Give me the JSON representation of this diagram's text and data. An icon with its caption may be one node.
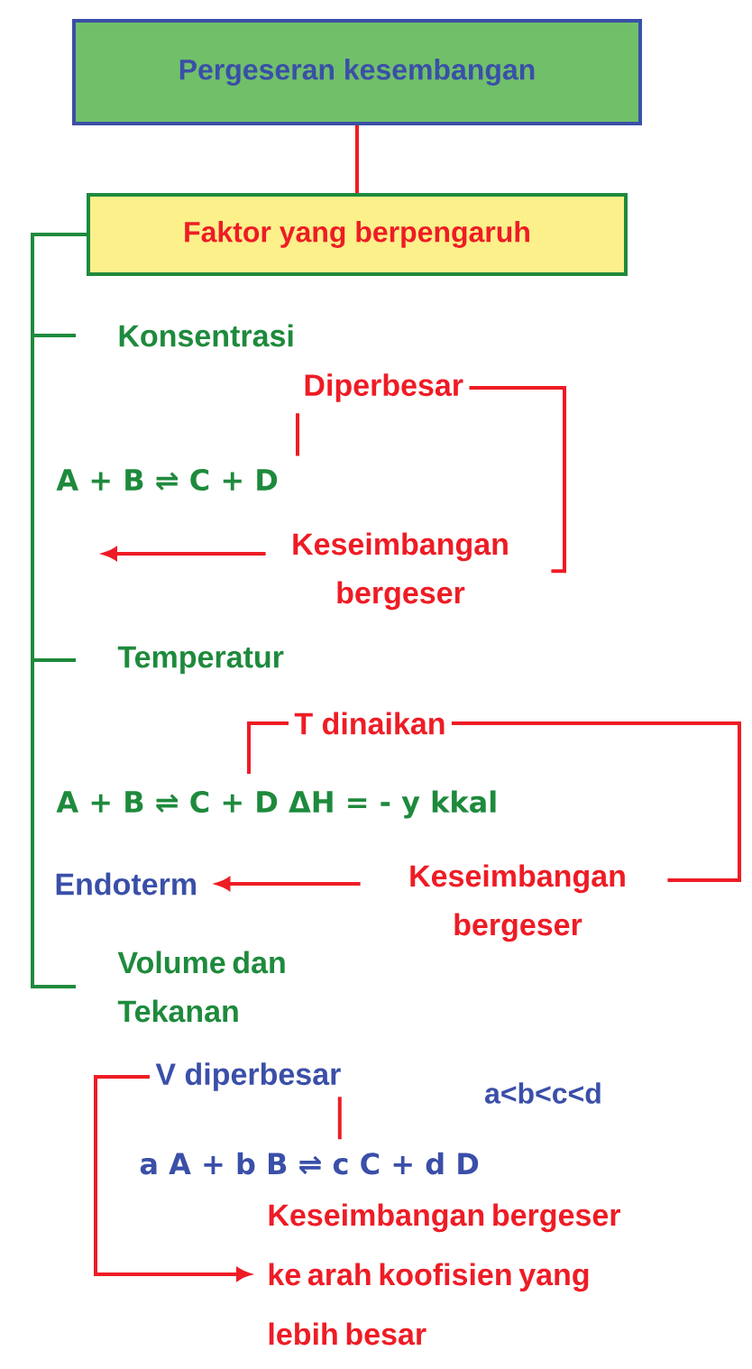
{
  "diagram": {
    "nodes": [
      {
        "text": [
          "Pergeseran kesembangan"
        ]
      },
      {
        "text": [
          "Faktor yang berpengaruh"
        ]
      },
      {
        "text": [
          "Konsentrasi"
        ]
      },
      {
        "text": [
          "Diperbesar"
        ]
      },
      {
        "text": [
          "A + B ⇌ C + D"
        ]
      },
      {
        "text": [
          "Keseimbangan bergeser"
        ]
      },
      {
        "text": [
          "Temperatur"
        ]
      },
      {
        "text": [
          "T dinaikan"
        ]
      },
      {
        "text": [
          "A + B ⇌ C + D ΔH = - y kkal"
        ]
      },
      {
        "text": [
          "Endoterm"
        ]
      },
      {
        "text": [
          "Keseimbangan bergeser"
        ]
      },
      {
        "text": [
          "Volume dan Tekanan"
        ]
      },
      {
        "text": [
          "V diperbesar"
        ]
      },
      {
        "text": [
          "a A + b B ⇌ c C + d D"
        ]
      },
      {
        "text": [
          "Keseimbangan bergeser ke arah koofisien yang lebih besar"
        ]
      }
    ],
    "edges": [
      {
        "from": 0,
        "to": 1,
        "arrow": "none"
      },
      {
        "from": 1,
        "to": 2,
        "arrow": "none",
        "color": "#1e8a3c"
      },
      {
        "from": 1,
        "to": 6,
        "arrow": "none",
        "color": "#1e8a3c"
      },
      {
        "from": 1,
        "to": 11,
        "arrow": "none",
        "color": "#1e8a3c"
      },
      {
        "from": 3,
        "to": 4,
        "arrow": "none"
      },
      {
        "from": 3,
        "to": 5,
        "arrow": "none"
      },
      {
        "from": 5,
        "to": null,
        "arrow": "to"
      },
      {
        "from": 7,
        "to": 8,
        "arrow": "none"
      },
      {
        "from": 7,
        "to": 10,
        "arrow": "none"
      },
      {
        "from": 10,
        "to": 9,
        "arrow": "to"
      },
      {
        "from": 12,
        "to": 13,
        "arrow": "none"
      },
      {
        "from": 12,
        "to": 14,
        "arrow": "to"
      }
    ],
    "labels": [
      "a<b<c<d"
    ]
  }
}
